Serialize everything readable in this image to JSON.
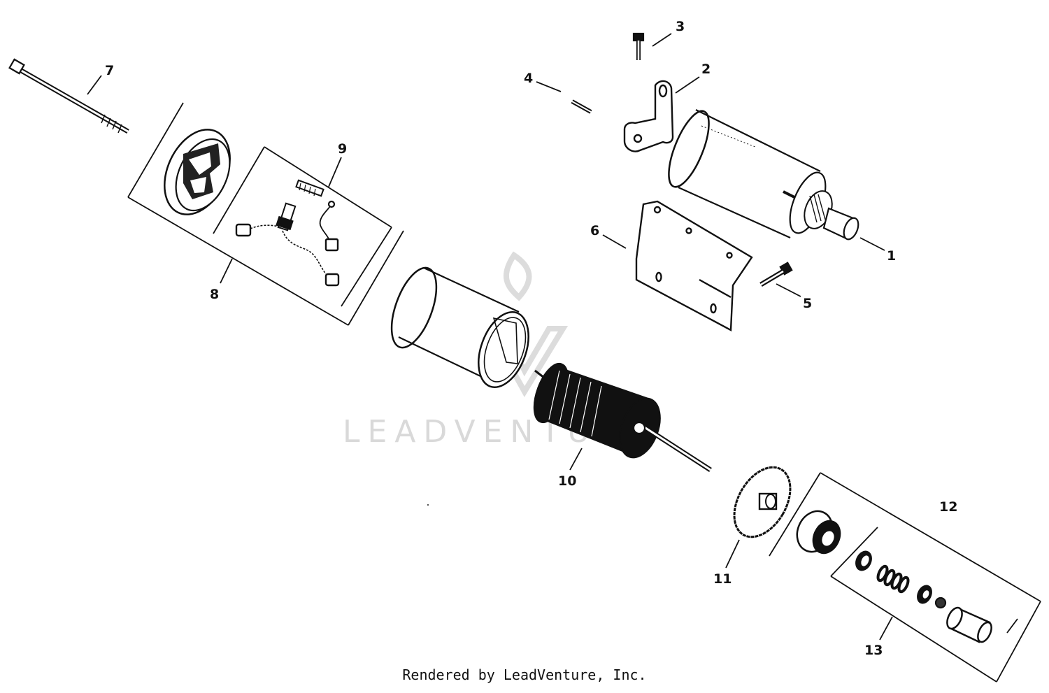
{
  "callouts": [
    "1",
    "2",
    "3",
    "4",
    "5",
    "6",
    "7",
    "8",
    "9",
    "10",
    "11",
    "12",
    "13"
  ],
  "watermark": {
    "text": "LEADVENTURE",
    "color": "#d9d9d9"
  },
  "footer": {
    "text": "Rendered by LeadVenture, Inc."
  },
  "colors": {
    "ink": "#111111",
    "background": "#ffffff"
  }
}
